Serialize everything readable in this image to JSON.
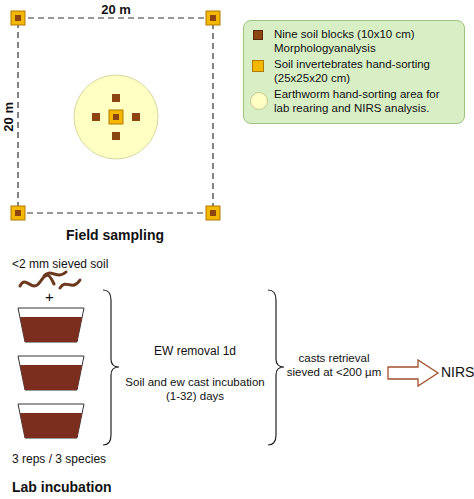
{
  "diagram": {
    "labels": [
      "20 m",
      "20 m",
      "Field sampling",
      "<2 mm sieved soil",
      "+",
      "EW removal 1d",
      "Soil and ew cast incubation (1-32) days",
      "casts retrieval sieved at <200 µm",
      "NIRS",
      "3 reps / 3 species",
      "Lab incubation"
    ],
    "legend": [
      {
        "text": "Nine soil blocks (10x10 cm) Morphologyanalysis",
        "color": "#8b4513"
      },
      {
        "text": "Soil invertebrates hand-sorting (25x25x20 cm)",
        "color": "#f5b800"
      },
      {
        "text": "Earthworm hand-sorting area for lab rearing and NIRS analysis.",
        "color": "#ffffc4"
      }
    ]
  }
}
